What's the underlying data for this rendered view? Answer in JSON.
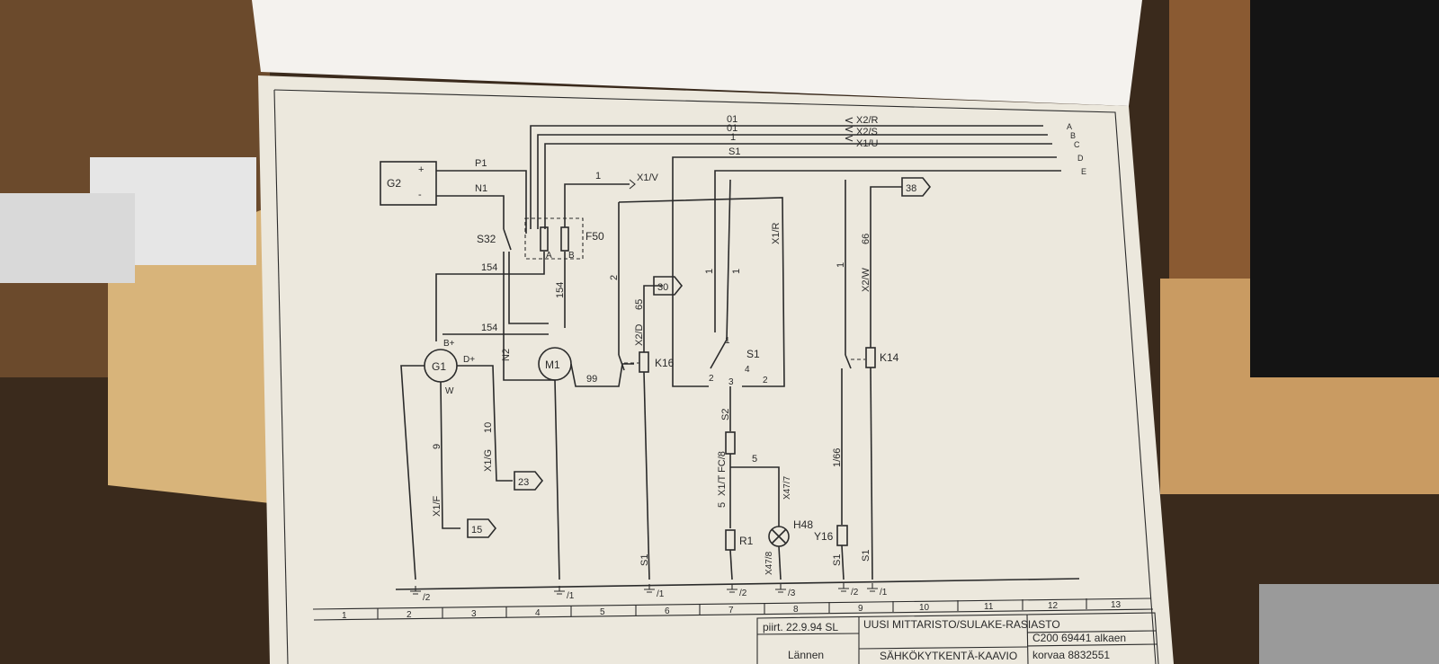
{
  "bus_labels": {
    "wires": [
      "01",
      "01",
      "1",
      "S1"
    ],
    "connectors": [
      "X2/R",
      "X2/S",
      "X1/U"
    ],
    "letters": [
      "A",
      "B",
      "C",
      "D",
      "E"
    ]
  },
  "components": {
    "g2": "G2",
    "g2_plus": "+",
    "g2_minus": "-",
    "g1": "G1",
    "m1": "M1",
    "s32": "S32",
    "f50": "F50",
    "f50_a": "A",
    "f50_b": "B",
    "k16": "K16",
    "s1": "S1",
    "k14": "K14",
    "h48": "H48",
    "r1": "R1",
    "y16": "Y16",
    "g1_bplus": "B+",
    "g1_dplus": "D+",
    "g1_w": "W",
    "s1_pins": [
      "1",
      "2",
      "3",
      "4"
    ]
  },
  "wire_labels": {
    "p1": "P1",
    "n1": "N1",
    "w154a": "154",
    "w154b": "154",
    "w154c": "154",
    "n2": "N2",
    "w1": "1",
    "w2": "2",
    "w65": "65",
    "w99": "99",
    "w10": "10",
    "w9": "9",
    "s2": "S2",
    "w5a": "5",
    "w5b": "5",
    "w1b": "1",
    "w1c": "1",
    "w1d": "1",
    "w2b": "2",
    "w166": "1/66",
    "w66": "66",
    "s1a": "S1",
    "s1b": "S1",
    "s1c": "S1"
  },
  "connectors": {
    "x1v": "X1/V",
    "x2d": "X2/D",
    "x1g": "X1/G",
    "x1f": "X1/F",
    "x1r": "X1/R",
    "x1t": "X1/T FC/8",
    "x47_7": "X47/7",
    "x47_8": "X47/8",
    "x2w": "X2/W"
  },
  "refs": [
    "30",
    "23",
    "15",
    "38"
  ],
  "grounds": [
    "/2",
    "/1",
    "/1",
    "/2",
    "/3",
    "/2",
    "/1"
  ],
  "grid_numbers": [
    "1",
    "2",
    "3",
    "4",
    "5",
    "6",
    "7",
    "8",
    "9",
    "10",
    "11",
    "12",
    "13"
  ],
  "title_block": {
    "revision": "piirt. 22.9.94 SL",
    "description": "UUSI MITTARISTO/SULAKE-RASIASTO",
    "serial": "C200 69441 alkaen",
    "company": "Lännen",
    "drawing_title": "SÄHKÖKYTKENTÄ-KAAVIO",
    "replaces": "korvaa 8832551"
  },
  "colors": {
    "paper": "#ece8dd",
    "ink": "#2b2b2b",
    "wood": "#c9a06a",
    "background": "#3a2a1c"
  }
}
